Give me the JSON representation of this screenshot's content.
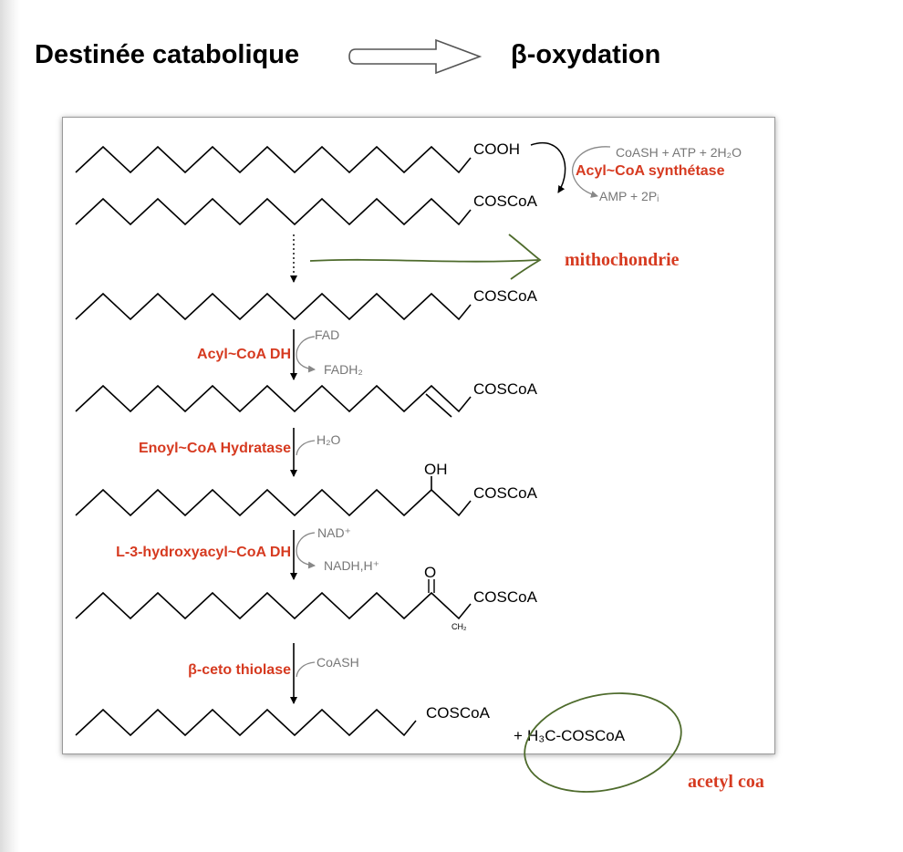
{
  "header": {
    "left_title": "Destinée catabolique",
    "right_title": "β-oxydation"
  },
  "panel": {
    "groups": {
      "cooh": "COOH",
      "coscoa_1": "COSCoA",
      "coscoa_2": "COSCoA",
      "coscoa_3": "COSCoA",
      "coscoa_4": "COSCoA",
      "coscoa_5": "COSCoA",
      "coscoa_6": "COSCoA",
      "oh": "OH",
      "o": "O",
      "ch2": "CH₂",
      "plus": "+",
      "acetyl": "H₃C-COSCoA"
    },
    "enzymes": {
      "synthetase": "Acyl~CoA synthétase",
      "dh": "Acyl~CoA DH",
      "hydratase": "Enoyl~CoA Hydratase",
      "hydroxyacyl": "L-3-hydroxyacyl~CoA DH",
      "thiolase": "β-ceto thiolase"
    },
    "cofactors": {
      "synth_in": "CoASH + ATP + 2H₂O",
      "synth_out": "AMP + 2Pᵢ",
      "fad": "FAD",
      "fadh2": "FADH₂",
      "h2o": "H₂O",
      "nad": "NAD⁺",
      "nadh": "NADH,H⁺",
      "coash": "CoASH"
    }
  },
  "annotations": {
    "mitochondrie": "mithochondrie",
    "acetyl_coa": "acetyl coa"
  },
  "colors": {
    "enzyme_red": "#d63a20",
    "annotation_green": "#4e6b2c",
    "cofactor_gray": "#777777"
  }
}
